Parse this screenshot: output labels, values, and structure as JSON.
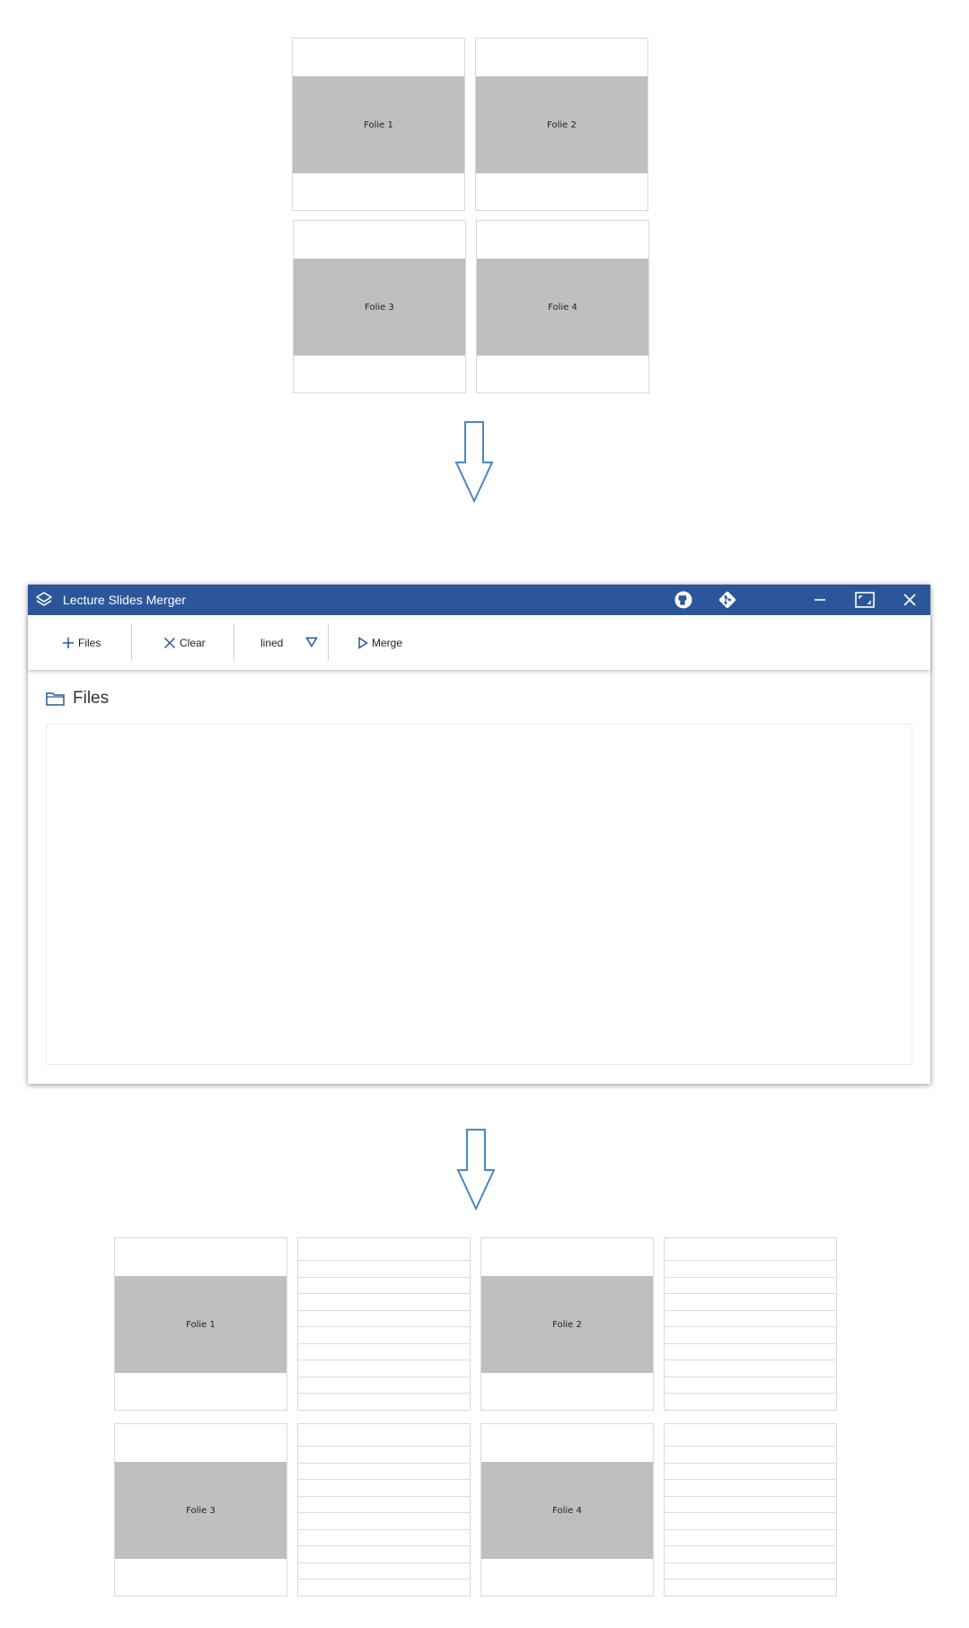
{
  "top_slides": [
    {
      "label": "Folie 1"
    },
    {
      "label": "Folie 2"
    },
    {
      "label": "Folie 3"
    },
    {
      "label": "Folie 4"
    }
  ],
  "window": {
    "title": "Lecture Slides Merger",
    "title_icons": [
      "github-icon",
      "git-icon"
    ],
    "controls": [
      "minimize",
      "maximize",
      "close"
    ],
    "accent_color": "#2b579a"
  },
  "toolbar": {
    "add_files_label": "Files",
    "clear_label": "Clear",
    "layout_select_value": "lined",
    "merge_label": "Merge"
  },
  "files_panel": {
    "header": "Files",
    "items": []
  },
  "result_slides": [
    {
      "label": "Folie 1"
    },
    {
      "label": "Folie 2"
    },
    {
      "label": "Folie 3"
    },
    {
      "label": "Folie 4"
    }
  ]
}
